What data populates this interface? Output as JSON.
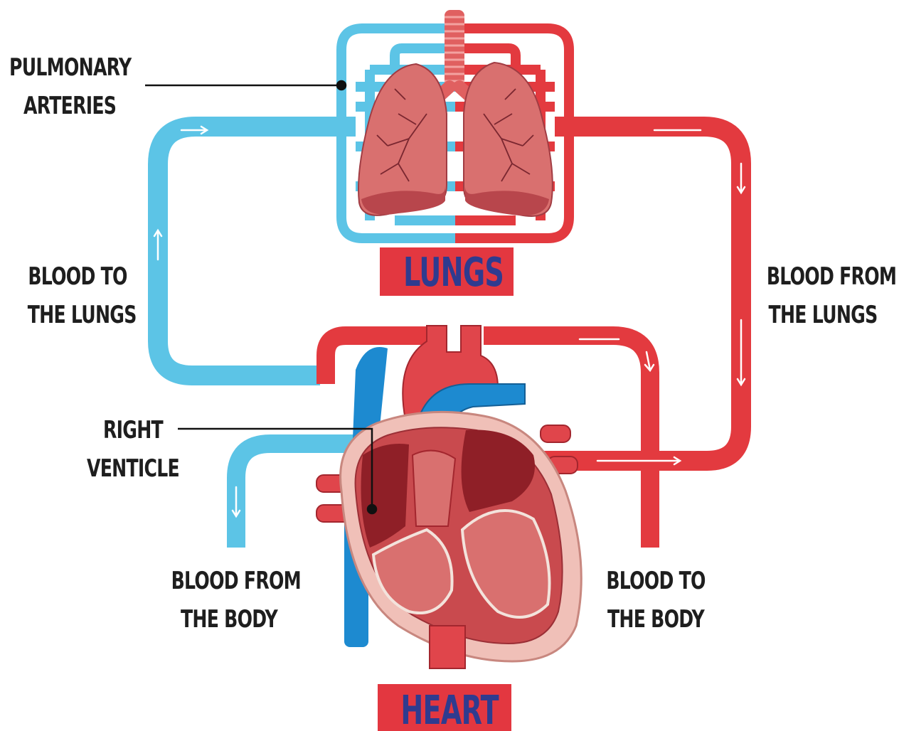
{
  "labels": {
    "pulmonary_arteries": [
      "PULMONARY",
      "ARTERIES"
    ],
    "blood_to_lungs": [
      "BLOOD TO",
      "THE LUNGS"
    ],
    "blood_from_lungs": [
      "BLOOD FROM",
      "THE LUNGS"
    ],
    "right_ventricle": [
      "RIGHT",
      "VENTICLE"
    ],
    "blood_from_body": [
      "BLOOD FROM",
      "THE BODY"
    ],
    "blood_to_body": [
      "BLOOD TO",
      "THE BODY"
    ]
  },
  "titles": {
    "lungs": "LUNGS",
    "heart": "HEART"
  },
  "colors": {
    "deoxygenated": "#5cc4e6",
    "oxygenated": "#e33a3f",
    "title_bg": "#e33740",
    "title_text": "#2f3b8f",
    "lung_tissue": "#d9706f",
    "heart_muscle": "#c94a4e"
  }
}
